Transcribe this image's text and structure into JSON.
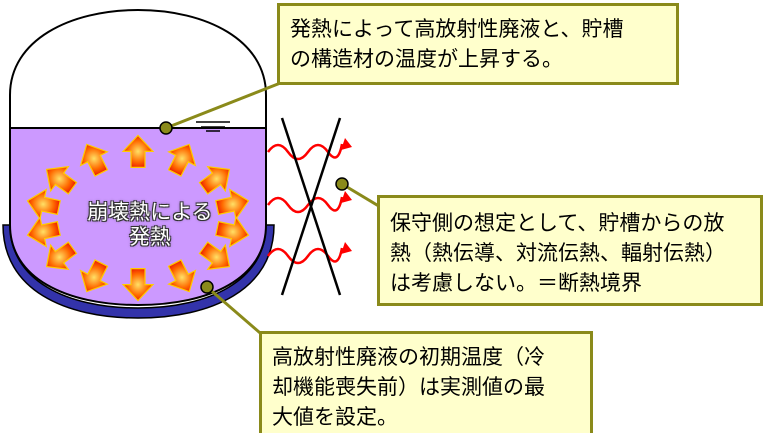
{
  "callouts": {
    "top": "発熱によって高放射性廃液と、貯槽\nの構造材の温度が上昇する。",
    "right": "保守側の想定として、貯槽からの放\n熱（熱伝導、対流伝熱、輻射伝熱）\nは考慮しない。＝断熱境界",
    "bottom": "高放射性廃液の初期温度（冷\n却機能喪失前）は実測値の最\n大値を設定。"
  },
  "tank": {
    "heat_label": "崩壊熱による\n発熱"
  },
  "colors": {
    "liquid": "#cc99ff",
    "callout_fill": "#ffffcc",
    "callout_border": "#8a8a1a",
    "jacket": "#3333aa",
    "arrow_outer": "#ffcc00",
    "arrow_inner": "#ff2200",
    "wave": "#ff0000"
  }
}
